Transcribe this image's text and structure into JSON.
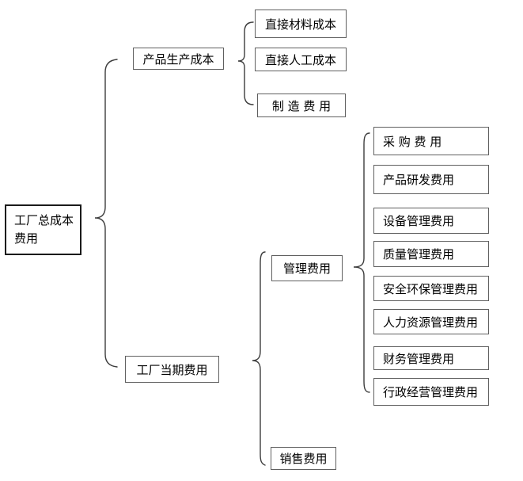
{
  "diagram": {
    "root": {
      "line1": "工厂总成本",
      "line2": "费用"
    },
    "branches": {
      "production": {
        "label": "产品生产成本"
      },
      "period": {
        "label": "工厂当期费用"
      }
    },
    "production_items": [
      {
        "label": "直接材料成本"
      },
      {
        "label": "直接人工成本"
      },
      {
        "label": "制 造 费 用"
      }
    ],
    "period_items": {
      "management": {
        "label": "管理费用"
      },
      "sales": {
        "label": "销售费用"
      }
    },
    "management_items": [
      {
        "label": "采 购 费 用"
      },
      {
        "label": "产品研发费用"
      },
      {
        "label": "设备管理费用"
      },
      {
        "label": "质量管理费用"
      },
      {
        "label": "安全环保管理费用"
      },
      {
        "label": "人力资源管理费用"
      },
      {
        "label": "财务管理费用"
      },
      {
        "label": "行政经营管理费用"
      }
    ],
    "colors": {
      "background": "#ffffff",
      "line": "#3d3d3d",
      "box_border": "#606060",
      "root_border": "#1a1a1a",
      "text": "#000000"
    }
  }
}
